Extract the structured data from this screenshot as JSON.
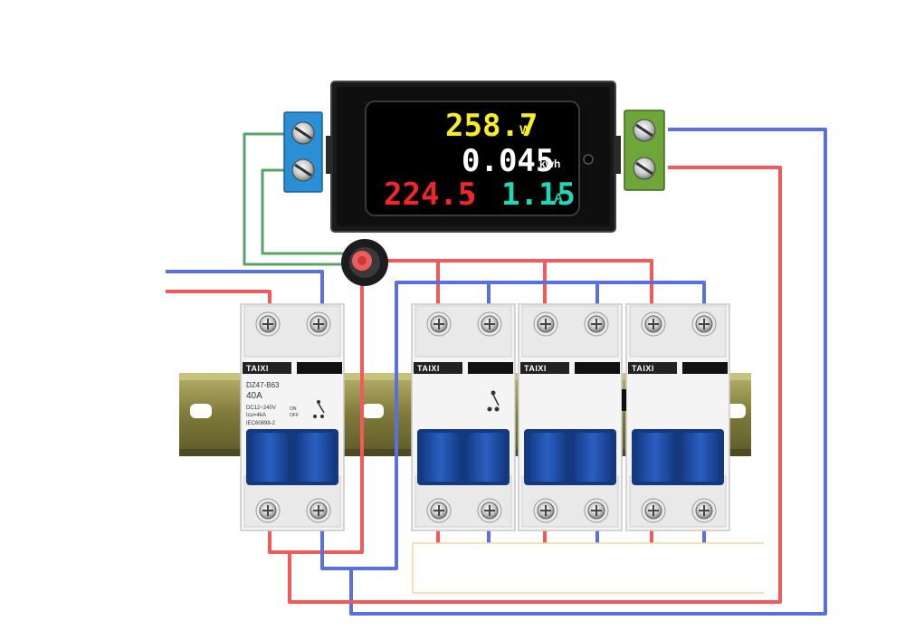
{
  "meter": {
    "power": {
      "value": "258.7",
      "unit": "W",
      "color": "#f4ee2a"
    },
    "energy": {
      "value": "0.045",
      "unit": "kwh",
      "color": "#ffffff"
    },
    "voltage": {
      "value": "224.5",
      "unit": "V",
      "color": "#f0262a"
    },
    "current": {
      "value": "1.15",
      "unit": "A",
      "color": "#22d6b8"
    }
  },
  "breakers": [
    {
      "brand": "TAIXI",
      "model": "DZ47-B63",
      "rating": "40A",
      "spec": "DC12~240V",
      "icu": "Icu=4kA",
      "standard": "IEC60898-2",
      "on_label": "ON",
      "off_label": "OFF"
    },
    {
      "brand": "TAIXI"
    },
    {
      "brand": "TAIXI"
    },
    {
      "brand": "TAIXI"
    }
  ],
  "colors": {
    "live_wire": "#ef5a5a",
    "neutral_wire": "#5a72d8",
    "signal_wire": "#5aa26a",
    "terminal_blue": "#2b8fd6",
    "terminal_green": "#6fa63a",
    "breaker_handle": "#1f4fa8",
    "din_rail": "#8a8a3a"
  }
}
